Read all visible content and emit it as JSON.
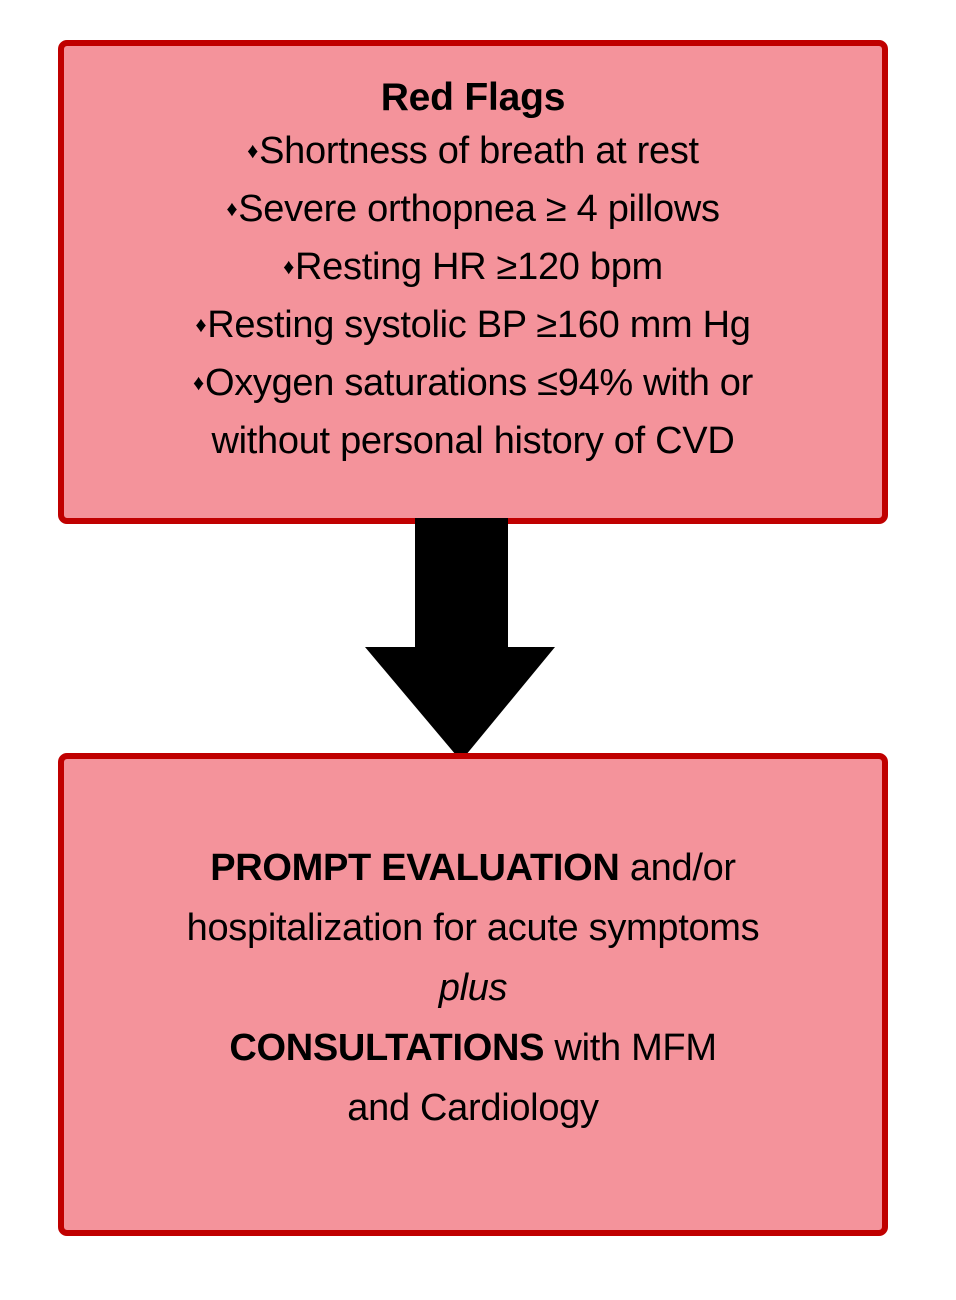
{
  "colors": {
    "box_fill": "#F4939B",
    "box_border": "#C00000",
    "arrow": "#000000",
    "text": "#000000",
    "background": "#FFFFFF"
  },
  "diagram": {
    "type": "flowchart",
    "direction": "top-to-bottom",
    "node_count": 2,
    "connector_count": 1
  },
  "top_box": {
    "title": "Red Flags",
    "bullet_glyph": "♦",
    "items": [
      "Shortness of breath at rest",
      "Severe orthopnea ≥ 4 pillows",
      "Resting HR ≥120 bpm",
      "Resting systolic BP ≥160 mm Hg",
      "Oxygen saturations ≤94% with or without personal history of CVD"
    ],
    "item_lines": [
      [
        "Shortness of breath at rest"
      ],
      [
        "Severe orthopnea ≥ 4 pillows"
      ],
      [
        "Resting HR ≥120 bpm"
      ],
      [
        "Resting systolic BP ≥160 mm Hg"
      ],
      [
        "Oxygen saturations ≤94% with or",
        "without personal history of CVD"
      ]
    ]
  },
  "connector": {
    "icon": "down-arrow-icon",
    "direction": "down"
  },
  "bottom_box": {
    "line1_bold": "PROMPT EVALUATION",
    "line1_rest": " and/or",
    "line2": "hospitalization for acute symptoms",
    "line3_italic": "plus",
    "line4_bold": "CONSULTATIONS",
    "line4_rest": " with MFM",
    "line5": "and Cardiology"
  }
}
